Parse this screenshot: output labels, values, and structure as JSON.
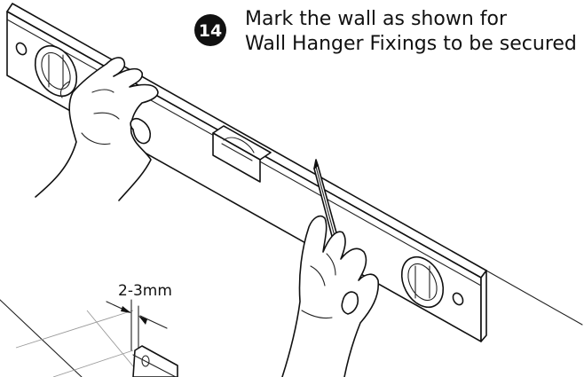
{
  "step": {
    "number": "14",
    "line1": "Mark the wall as shown for",
    "line2": "Wall Hanger Fixings to be secured"
  },
  "dimension": {
    "label": "2-3mm"
  }
}
